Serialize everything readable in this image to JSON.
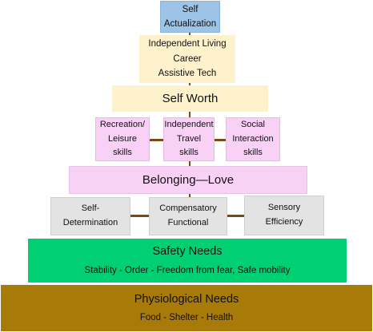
{
  "levels": {
    "self_actualization": {
      "line1": "Self",
      "line2": "Actualization"
    },
    "independent_living": {
      "line1": "Independent Living",
      "line2": "Career",
      "line3": "Assistive Tech"
    },
    "self_worth": {
      "label": "Self Worth"
    },
    "recreation": {
      "line1": "Recreation/",
      "line2": "Leisure",
      "line3": "skills"
    },
    "independent_travel": {
      "line1": "Independent",
      "line2": "Travel",
      "line3": "skills"
    },
    "social": {
      "line1": "Social",
      "line2": "Interaction",
      "line3": "skills"
    },
    "belonging": {
      "label": "Belonging—Love"
    },
    "self_determination": {
      "line1": "Self-",
      "line2": "Determination"
    },
    "compensatory": {
      "line1": "Compensatory",
      "line2": "Functional"
    },
    "sensory": {
      "line1": "Sensory",
      "line2": "Efficiency"
    },
    "safety": {
      "title": "Safety Needs",
      "subtitle": "Stability - Order - Freedom from fear, Safe mobility"
    },
    "physiological": {
      "title": "Physiological Needs",
      "subtitle": "Food - Shelter - Health"
    }
  },
  "colors": {
    "blue": "#9dc3e6",
    "cream": "#fdf2cc",
    "pink": "#fad1f6",
    "gray": "#e3e3e3",
    "green": "#00d072",
    "brown": "#a87a08",
    "connector": "#7a4a14"
  }
}
